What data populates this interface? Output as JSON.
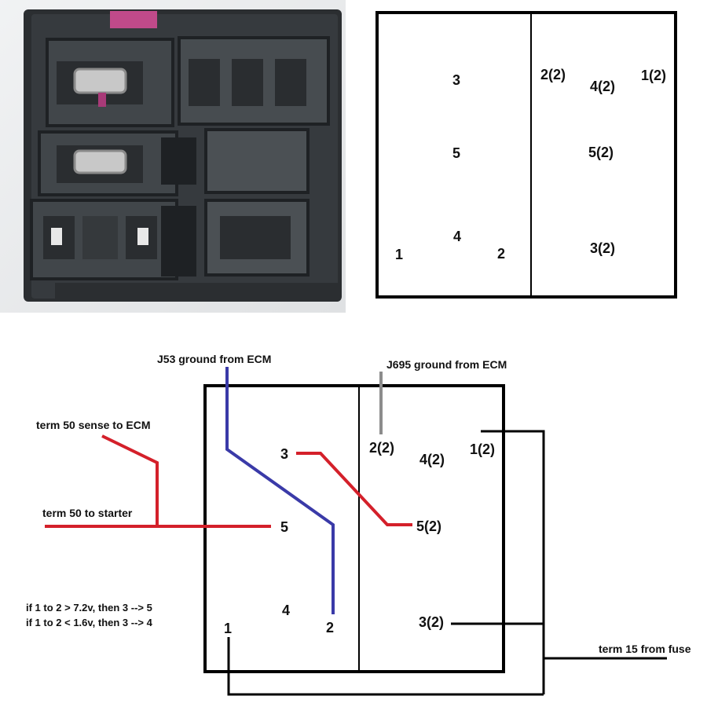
{
  "pinout_diagram": {
    "left_pins": [
      "3",
      "5",
      "4",
      "1",
      "2"
    ],
    "right_pins": [
      "2(2)",
      "4(2)",
      "1(2)",
      "5(2)",
      "3(2)"
    ]
  },
  "wiring_diagram": {
    "pins": {
      "p3": "3",
      "p5": "5",
      "p4": "4",
      "p1": "1",
      "p2": "2",
      "p2_2": "2(2)",
      "p4_2": "4(2)",
      "p1_2": "1(2)",
      "p5_2": "5(2)",
      "p3_2": "3(2)"
    },
    "wires": {
      "j53": "J53 ground from ECM",
      "j695": "J695 ground from ECM",
      "term50_sense": "term 50 sense to ECM",
      "term50_starter": "term 50 to starter",
      "term15": "term 15 from fuse"
    },
    "notes": [
      "if 1 to 2 > 7.2v, then 3 --> 5",
      "if 1 to 2 < 1.6v, then 3 --> 4"
    ]
  },
  "colors": {
    "outline": "#000000",
    "j53_wire": "#3a3aa8",
    "j695_wire": "#8c8c8c",
    "term50_wire": "#d4202a",
    "term15_wire": "#000000",
    "housing_dark": "#2b2e31",
    "housing_mid": "#41464a",
    "housing_light": "#5c6165",
    "contact_metal": "#c8c8c8",
    "background_photo": "#e9eaec",
    "pink_insert": "#c04a8a"
  }
}
